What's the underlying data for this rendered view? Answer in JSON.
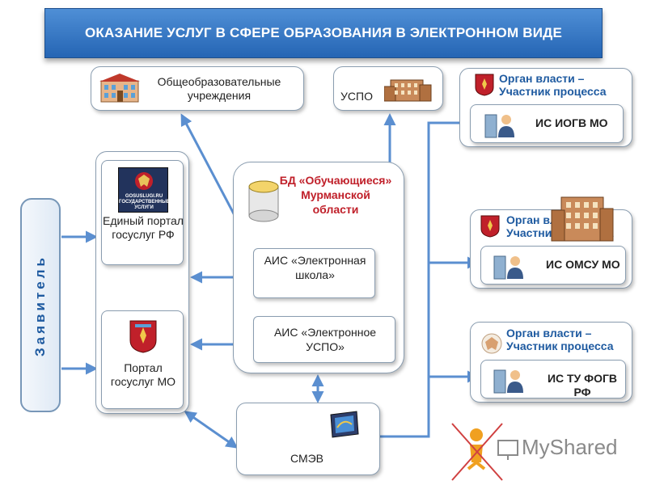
{
  "banner": {
    "title": "ОКАЗАНИЕ УСЛУГ В СФЕРЕ ОБРАЗОВАНИЯ В ЭЛЕКТРОННОМ ВИДЕ"
  },
  "applicant": {
    "label": "Заявитель"
  },
  "schools": {
    "label": "Общеобразовательные учреждения"
  },
  "uspo": {
    "label": "УСПО"
  },
  "portal_rf": {
    "logo_text": "GOSUSLUGI.RU ГОСУДАРСТВЕННЫЕ УСЛУГИ",
    "label": "Единый портал госуслуг РФ"
  },
  "portal_mo": {
    "label": "Портал госуслуг МО"
  },
  "db": {
    "label": "БД «Обучающиеся» Мурманской области"
  },
  "ais_school": {
    "label": "АИС «Электронная школа»"
  },
  "ais_uspo": {
    "label": "АИС «Электронное УСПО»"
  },
  "smev": {
    "label": "СМЭВ"
  },
  "authorities": [
    {
      "title": "Орган власти – Участник процесса",
      "system": "ИС ИОГВ МО"
    },
    {
      "title": "Орган власти – Участник процесса",
      "system": "ИС ОМСУ МО"
    },
    {
      "title": "Орган власти – Участник процесса",
      "system": "ИС ТУ ФОГВ РФ"
    }
  ],
  "watermark": {
    "text": "MyShared"
  },
  "colors": {
    "arrow": "#5b8fd0",
    "accent_blue": "#1e5aa0",
    "accent_red": "#c0202a",
    "banner": "#2f72c4"
  }
}
